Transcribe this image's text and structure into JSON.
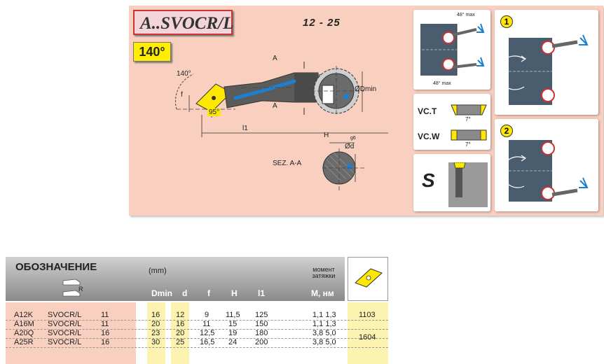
{
  "header": {
    "title": "A..SVOCR/L",
    "range": "12 -  25",
    "angle_badge": "140°"
  },
  "drawing": {
    "angle_140": "140°",
    "angle_95": "95°",
    "dim_f": "f",
    "dim_l1": "l1",
    "section_a_top": "A",
    "section_a_bottom": "A",
    "dmin": "ØDmin",
    "section_label": "SEZ. A-A",
    "dim_h": "H",
    "dim_d": "Ød",
    "tolerance": "g6"
  },
  "side_cards": {
    "angle_top": "48° max",
    "angle_bottom": "48° max",
    "vc_t": "VC.T",
    "vc_w": "VC.W",
    "seven_deg_1": "7°",
    "seven_deg_2": "7°",
    "s_label": "S",
    "step1": "1",
    "step2": "2"
  },
  "table": {
    "designation": "ОБОЗНАЧЕНИЕ",
    "unit": "(mm)",
    "torque_label": "момент затяжки",
    "col_r": "R",
    "columns": [
      "Dmin",
      "d",
      "f",
      "H",
      "l1",
      "M, нм"
    ],
    "rows": [
      {
        "code": "A12K",
        "type": "SVOCR/L",
        "size": "11",
        "dmin": "16",
        "d": "12",
        "f": "9",
        "h": "11,5",
        "l1": "125",
        "m": "1,1 1,3"
      },
      {
        "code": "A16M",
        "type": "SVOCR/L",
        "size": "11",
        "dmin": "20",
        "d": "16",
        "f": "11",
        "h": "15",
        "l1": "150",
        "m": "1,1 1,3"
      },
      {
        "code": "A20Q",
        "type": "SVOCR/L",
        "size": "16",
        "dmin": "23",
        "d": "20",
        "f": "12,5",
        "h": "19",
        "l1": "180",
        "m": "3,8 5,0"
      },
      {
        "code": "A25R",
        "type": "SVOCR/L",
        "size": "16",
        "dmin": "30",
        "d": "25",
        "f": "16,5",
        "h": "24",
        "l1": "200",
        "m": "3,8 5,0"
      }
    ],
    "inserts": [
      "1103",
      "1604"
    ]
  },
  "colors": {
    "panel_bg": "#f9cfc0",
    "badge": "#ffee00",
    "tool_blue": "#1d7fd0",
    "card_border": "#d23c3c"
  }
}
